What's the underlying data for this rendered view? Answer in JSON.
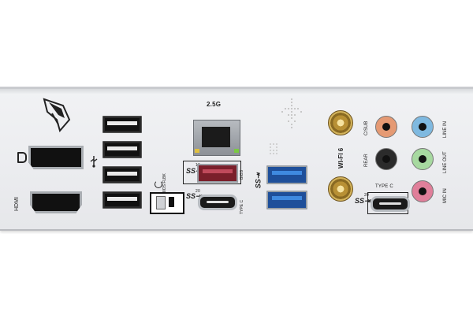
{
  "labels": {
    "hdmi": "HDMI",
    "lan": "2.5G",
    "wifi": "WI-FI 6",
    "type_c_left": "TYPE C",
    "type_c_right": "TYPE C",
    "bios_flbk": "BIOS FLBK",
    "bios": "BIOS",
    "audio_csub": "C/SUB",
    "audio_rear": "REAR",
    "audio_line_in": "LINE IN",
    "audio_line_out": "LINE OUT",
    "audio_mic_in": "MIC IN",
    "ss10": "10",
    "ss20": "20"
  },
  "colors": {
    "plate": "#eceef0",
    "usb3_blue": "#1e4f9a",
    "usb_red": "#7a1f2b",
    "jack_orange": "#e59a74",
    "jack_black": "#2b2b2b",
    "jack_blue": "#7fb9e0",
    "jack_green": "#a7d9a0",
    "jack_pink": "#e07f9a",
    "gold": "#c9a24a"
  },
  "icons": {
    "rog": "rog-logo-icon",
    "displayport": "displayport-icon",
    "usb": "usb-icon",
    "ss_usb": "superspeed-usb-icon"
  }
}
